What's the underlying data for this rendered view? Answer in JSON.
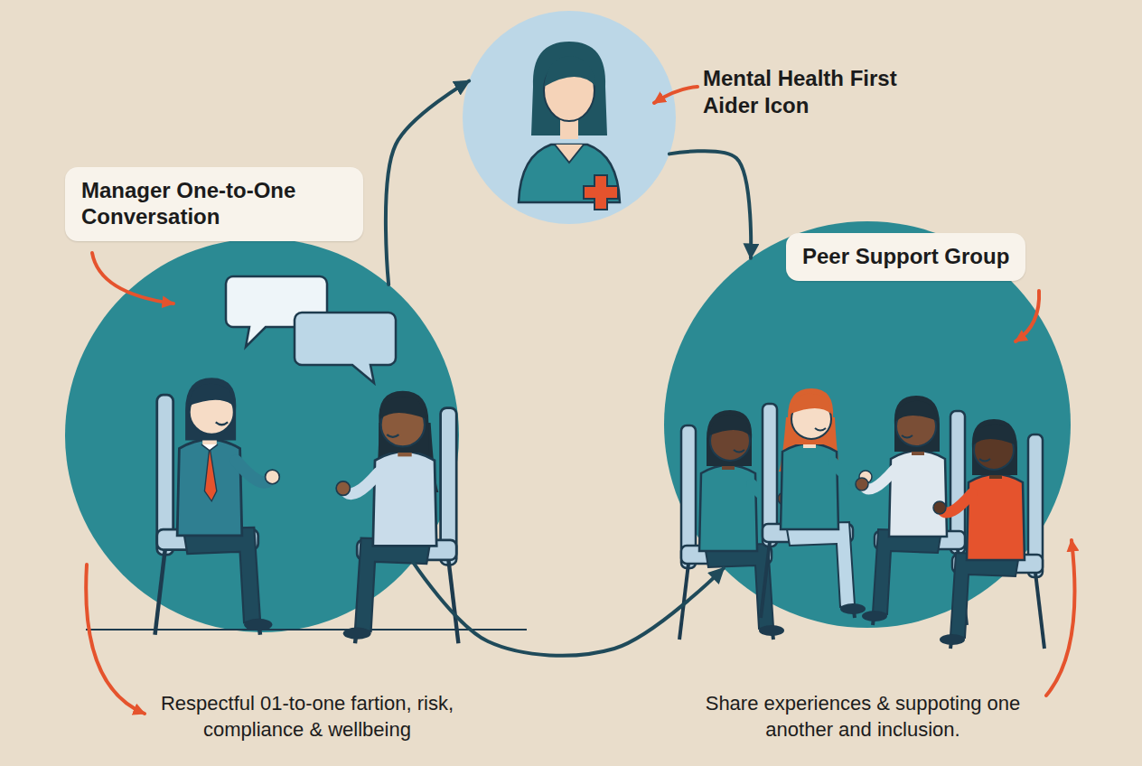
{
  "diagram": {
    "nodes": [
      {
        "text": [
          "Manager One-to-One Conversation",
          "Respectful 01-to-one fartion, risk, compliance & wellbeing"
        ]
      },
      {
        "text": [
          "Mental Health First Aider Icon"
        ]
      },
      {
        "text": [
          "Peer Support Group",
          "Share experiences & suppoting one another and inclusion."
        ]
      }
    ],
    "edges": [
      {
        "from": 0,
        "to": 1,
        "arrow": "to"
      },
      {
        "from": 1,
        "to": 2,
        "arrow": "to"
      },
      {
        "from": 0,
        "to": 2,
        "arrow": "to"
      }
    ]
  }
}
